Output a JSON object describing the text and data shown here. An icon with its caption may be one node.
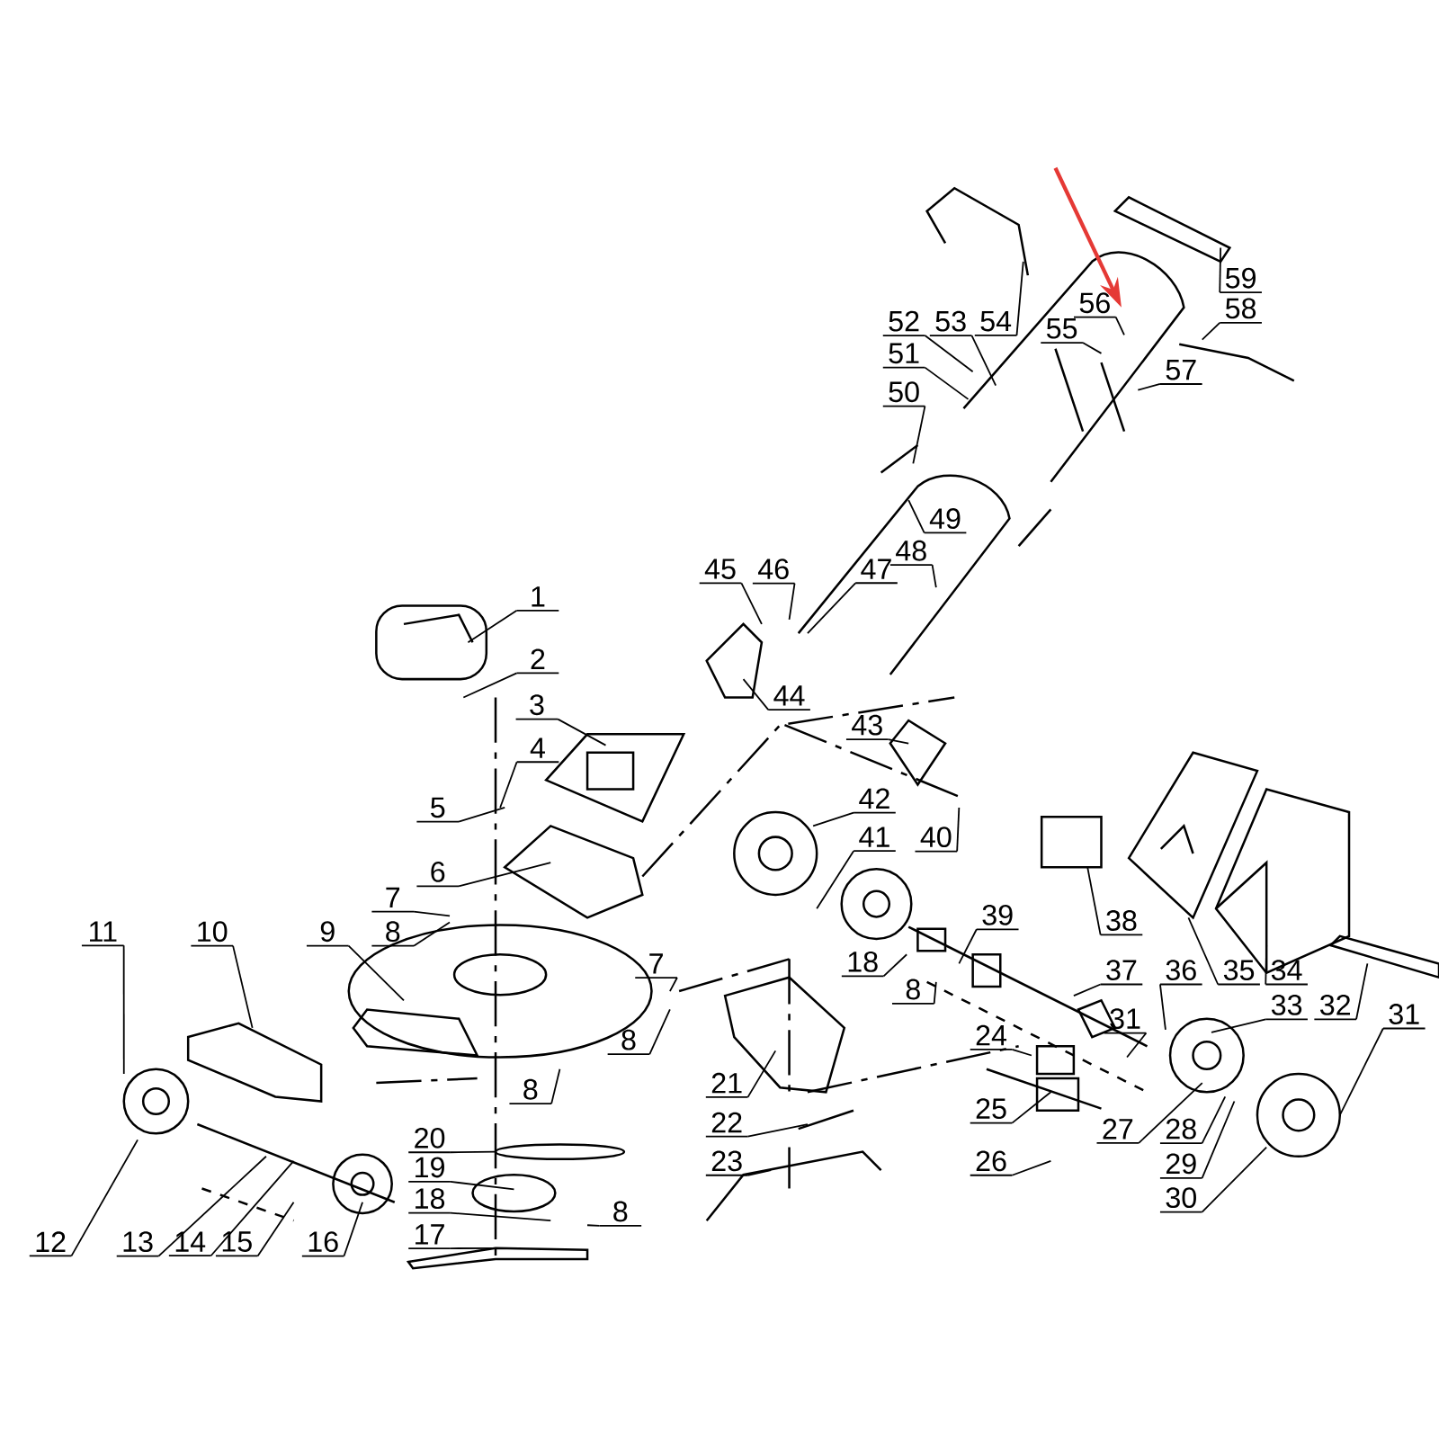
{
  "diagram": {
    "nodes": [
      {
        "text": [
          "1"
        ]
      },
      {
        "text": [
          "2"
        ]
      },
      {
        "text": [
          "3"
        ]
      },
      {
        "text": [
          "4"
        ]
      },
      {
        "text": [
          "5"
        ]
      },
      {
        "text": [
          "6"
        ]
      },
      {
        "text": [
          "7"
        ]
      },
      {
        "text": [
          "8"
        ]
      },
      {
        "text": [
          "9"
        ]
      },
      {
        "text": [
          "10"
        ]
      },
      {
        "text": [
          "11"
        ]
      },
      {
        "text": [
          "12"
        ]
      },
      {
        "text": [
          "13"
        ]
      },
      {
        "text": [
          "14"
        ]
      },
      {
        "text": [
          "15"
        ]
      },
      {
        "text": [
          "16"
        ]
      },
      {
        "text": [
          "17"
        ]
      },
      {
        "text": [
          "18"
        ]
      },
      {
        "text": [
          "19"
        ]
      },
      {
        "text": [
          "20"
        ]
      },
      {
        "text": [
          "8"
        ]
      },
      {
        "text": [
          "8"
        ]
      },
      {
        "text": [
          "7"
        ]
      },
      {
        "text": [
          "8"
        ]
      },
      {
        "text": [
          "21"
        ]
      },
      {
        "text": [
          "22"
        ]
      },
      {
        "text": [
          "23"
        ]
      },
      {
        "text": [
          "24"
        ]
      },
      {
        "text": [
          "25"
        ]
      },
      {
        "text": [
          "26"
        ]
      },
      {
        "text": [
          "27"
        ]
      },
      {
        "text": [
          "28"
        ]
      },
      {
        "text": [
          "29"
        ]
      },
      {
        "text": [
          "30"
        ]
      },
      {
        "text": [
          "31"
        ]
      },
      {
        "text": [
          "31"
        ]
      },
      {
        "text": [
          "32"
        ]
      },
      {
        "text": [
          "33"
        ]
      },
      {
        "text": [
          "34"
        ]
      },
      {
        "text": [
          "35"
        ]
      },
      {
        "text": [
          "36"
        ]
      },
      {
        "text": [
          "37"
        ]
      },
      {
        "text": [
          "38"
        ]
      },
      {
        "text": [
          "39"
        ]
      },
      {
        "text": [
          "40"
        ]
      },
      {
        "text": [
          "41"
        ]
      },
      {
        "text": [
          "42"
        ]
      },
      {
        "text": [
          "18"
        ]
      },
      {
        "text": [
          "8"
        ]
      },
      {
        "text": [
          "43"
        ]
      },
      {
        "text": [
          "44"
        ]
      },
      {
        "text": [
          "45"
        ]
      },
      {
        "text": [
          "46"
        ]
      },
      {
        "text": [
          "47"
        ]
      },
      {
        "text": [
          "48"
        ]
      },
      {
        "text": [
          "49"
        ]
      },
      {
        "text": [
          "50"
        ]
      },
      {
        "text": [
          "51"
        ]
      },
      {
        "text": [
          "52"
        ]
      },
      {
        "text": [
          "53"
        ]
      },
      {
        "text": [
          "54"
        ]
      },
      {
        "text": [
          "55"
        ]
      },
      {
        "text": [
          "56"
        ]
      },
      {
        "text": [
          "57"
        ]
      },
      {
        "text": [
          "58"
        ]
      },
      {
        "text": [
          "59"
        ]
      }
    ],
    "edges": [
      {
        "from": 0,
        "to": null,
        "arrow": "none"
      },
      {
        "from": 1,
        "to": null,
        "arrow": "none"
      },
      {
        "from": 2,
        "to": null,
        "arrow": "none"
      },
      {
        "from": 3,
        "to": null,
        "arrow": "none"
      },
      {
        "from": 4,
        "to": null,
        "arrow": "none"
      },
      {
        "from": 5,
        "to": null,
        "arrow": "none"
      },
      {
        "from": 6,
        "to": null,
        "arrow": "none"
      },
      {
        "from": 7,
        "to": null,
        "arrow": "none"
      },
      {
        "from": 8,
        "to": null,
        "arrow": "none"
      },
      {
        "from": 9,
        "to": null,
        "arrow": "none"
      },
      {
        "from": 10,
        "to": null,
        "arrow": "none"
      },
      {
        "from": 11,
        "to": null,
        "arrow": "none"
      },
      {
        "from": 12,
        "to": null,
        "arrow": "none"
      },
      {
        "from": 13,
        "to": null,
        "arrow": "none"
      },
      {
        "from": 14,
        "to": null,
        "arrow": "none"
      },
      {
        "from": 15,
        "to": null,
        "arrow": "none"
      },
      {
        "from": 16,
        "to": null,
        "arrow": "none"
      },
      {
        "from": 17,
        "to": null,
        "arrow": "none"
      },
      {
        "from": 18,
        "to": null,
        "arrow": "none"
      },
      {
        "from": 19,
        "to": null,
        "arrow": "none"
      },
      {
        "from": 20,
        "to": null,
        "arrow": "none"
      },
      {
        "from": 21,
        "to": null,
        "arrow": "none"
      },
      {
        "from": 22,
        "to": null,
        "arrow": "none"
      },
      {
        "from": 23,
        "to": null,
        "arrow": "none"
      },
      {
        "from": 24,
        "to": null,
        "arrow": "none"
      },
      {
        "from": 25,
        "to": null,
        "arrow": "none"
      },
      {
        "from": 26,
        "to": null,
        "arrow": "none"
      },
      {
        "from": 27,
        "to": null,
        "arrow": "none"
      },
      {
        "from": 28,
        "to": null,
        "arrow": "none"
      },
      {
        "from": 29,
        "to": null,
        "arrow": "none"
      },
      {
        "from": 30,
        "to": null,
        "arrow": "none"
      },
      {
        "from": 31,
        "to": null,
        "arrow": "none"
      },
      {
        "from": 32,
        "to": null,
        "arrow": "none"
      },
      {
        "from": 33,
        "to": null,
        "arrow": "none"
      },
      {
        "from": 34,
        "to": null,
        "arrow": "none"
      },
      {
        "from": 35,
        "to": null,
        "arrow": "none"
      },
      {
        "from": 36,
        "to": null,
        "arrow": "none"
      },
      {
        "from": 37,
        "to": null,
        "arrow": "none"
      },
      {
        "from": 38,
        "to": null,
        "arrow": "none"
      },
      {
        "from": 39,
        "to": null,
        "arrow": "none"
      },
      {
        "from": 40,
        "to": null,
        "arrow": "none"
      },
      {
        "from": 41,
        "to": null,
        "arrow": "none"
      },
      {
        "from": 42,
        "to": null,
        "arrow": "none"
      },
      {
        "from": 43,
        "to": null,
        "arrow": "none"
      },
      {
        "from": 44,
        "to": null,
        "arrow": "none"
      },
      {
        "from": 45,
        "to": null,
        "arrow": "none"
      },
      {
        "from": 46,
        "to": null,
        "arrow": "none"
      },
      {
        "from": 47,
        "to": null,
        "arrow": "none"
      },
      {
        "from": 48,
        "to": null,
        "arrow": "none"
      },
      {
        "from": 49,
        "to": null,
        "arrow": "none"
      },
      {
        "from": 50,
        "to": null,
        "arrow": "none"
      },
      {
        "from": 51,
        "to": null,
        "arrow": "none"
      },
      {
        "from": 52,
        "to": null,
        "arrow": "none"
      },
      {
        "from": 53,
        "to": null,
        "arrow": "none"
      },
      {
        "from": 54,
        "to": null,
        "arrow": "none"
      },
      {
        "from": 55,
        "to": null,
        "arrow": "none"
      },
      {
        "from": 56,
        "to": null,
        "arrow": "none"
      },
      {
        "from": 57,
        "to": null,
        "arrow": "none"
      },
      {
        "from": 58,
        "to": null,
        "arrow": "none"
      },
      {
        "from": 59,
        "to": null,
        "arrow": "none"
      },
      {
        "from": 60,
        "to": null,
        "arrow": "none"
      },
      {
        "from": 61,
        "to": null,
        "arrow": "none"
      },
      {
        "from": 62,
        "to": null,
        "arrow": "none"
      },
      {
        "from": 63,
        "to": null,
        "arrow": "none"
      },
      {
        "from": 64,
        "to": null,
        "arrow": "none"
      },
      {
        "from": 65,
        "to": null,
        "arrow": "none"
      }
    ]
  }
}
